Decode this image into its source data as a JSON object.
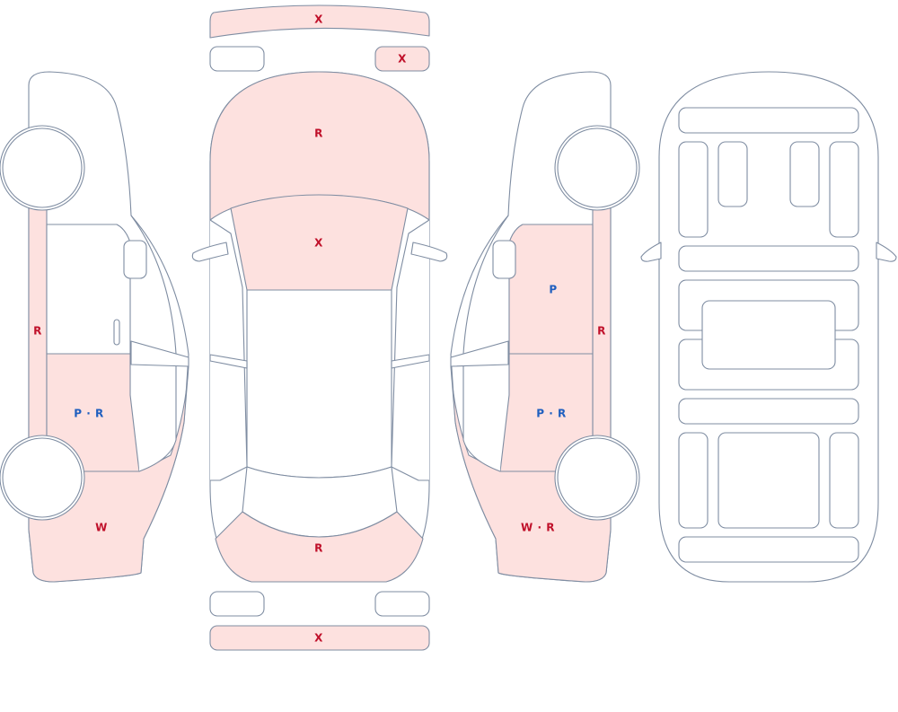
{
  "colors": {
    "outline": "#7f8da2",
    "damage_fill": "#fde1df",
    "code_red": "#c0102a",
    "code_blue": "#1f5fbf"
  },
  "labels": {
    "front_bumper": "X",
    "front_right_corner": "X",
    "hood": "R",
    "windshield": "X",
    "rear_panel": "R",
    "rear_bumper": "X",
    "left_rocker": "R",
    "left_rear_door": "P · R",
    "left_rear_quarter": "W",
    "right_front_door": "P",
    "right_rocker": "R",
    "right_rear_door": "P · R",
    "right_rear_quarter": "W · R"
  }
}
